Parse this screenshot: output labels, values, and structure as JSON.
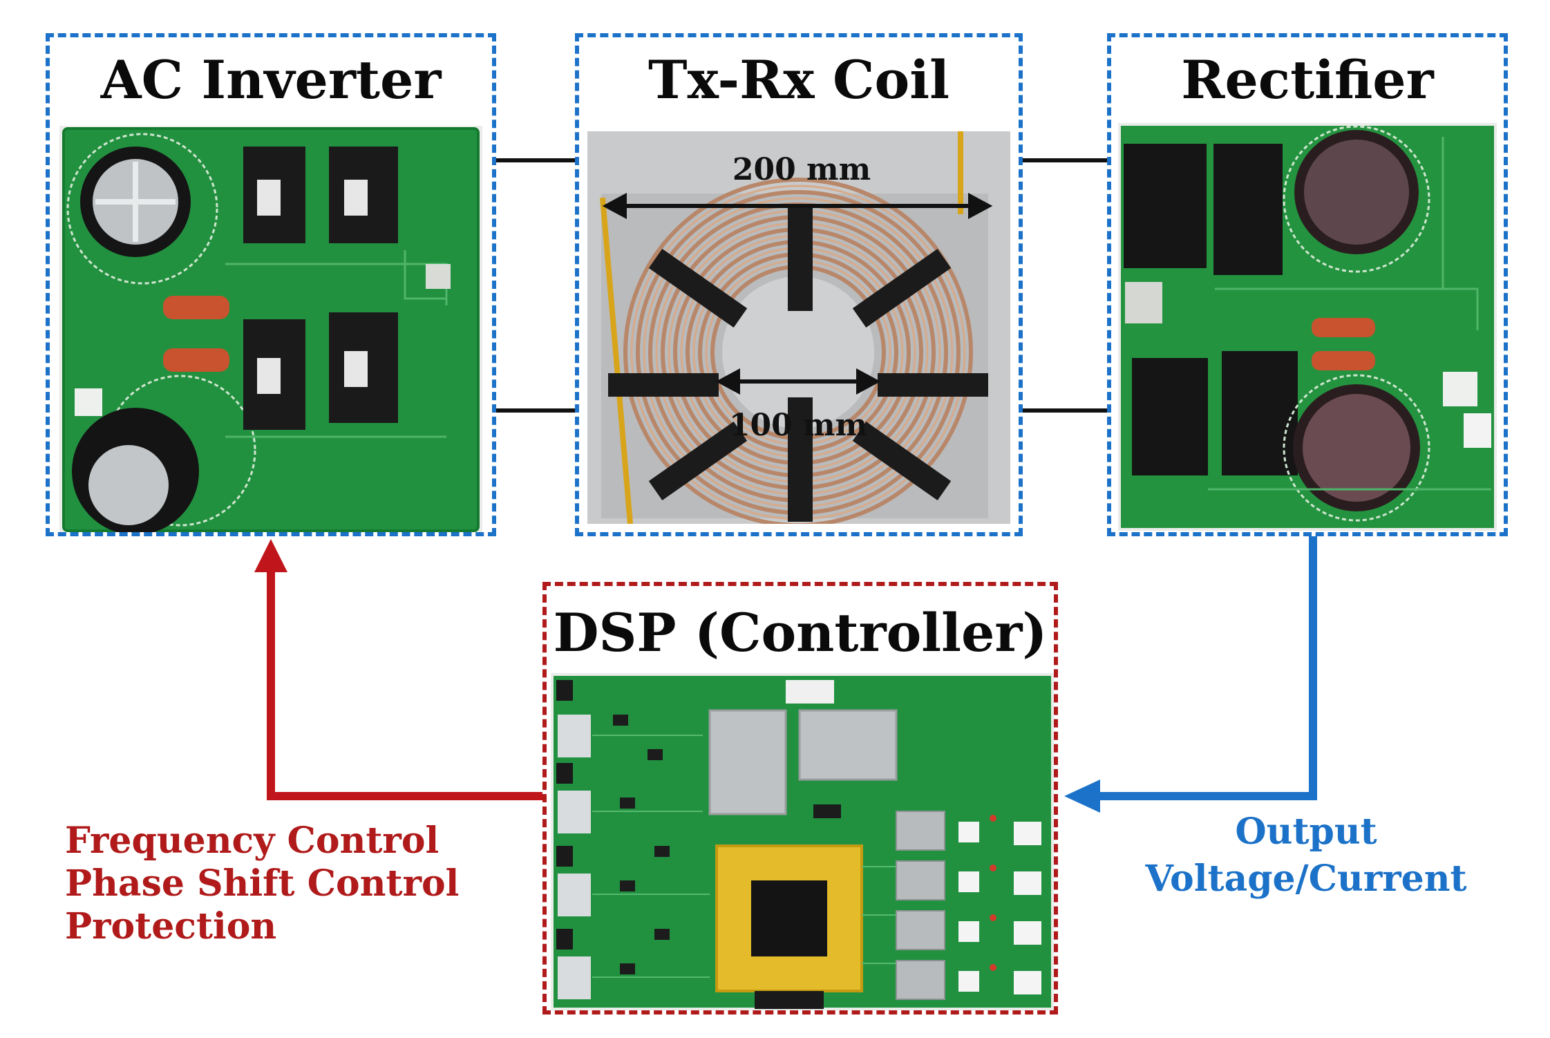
{
  "blocks": {
    "inverter": {
      "title": "AC Inverter"
    },
    "coil": {
      "title": "Tx-Rx Coil",
      "outer_dim": "200 mm",
      "inner_dim": "100 mm"
    },
    "rectifier": {
      "title": "Rectifier"
    },
    "dsp": {
      "title": "DSP (Controller)"
    }
  },
  "control_signals": {
    "lines": [
      "Frequency Control",
      "Phase Shift Control",
      "Protection"
    ]
  },
  "feedback_signal": {
    "lines": [
      "Output",
      "Voltage/Current"
    ]
  },
  "colors": {
    "power_stage_border": "#1c72c8",
    "controller_border": "#b01a1a",
    "control_arrow": "#c0151b",
    "feedback_arrow": "#1c72c8",
    "pcb_green": "#1f8f3f"
  }
}
